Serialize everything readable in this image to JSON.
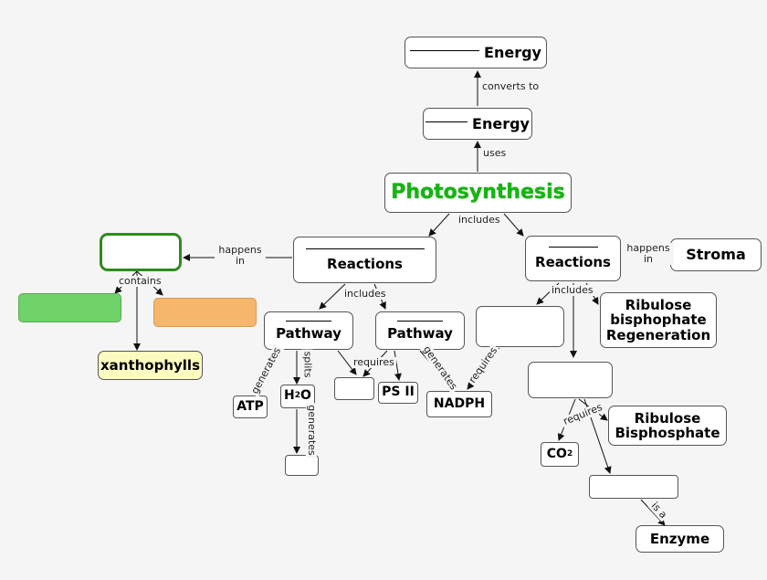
{
  "nodes": {
    "photosynthesis": "Photosynthesis",
    "energy_top": "Energy",
    "energy_mid": "Energy",
    "reactions_left": "Reactions",
    "reactions_right": "Reactions",
    "stroma": "Stroma",
    "pathway_left": "Pathway",
    "pathway_right": "Pathway",
    "ribulose_regen": "Ribulose bisphophate Regeneration",
    "ribulose_bis": "Ribulose Bisphosphate",
    "xanthophylls": "xanthophylls",
    "atp": "ATP",
    "h2o": "H",
    "h2o_sub": "2",
    "h2o_tail": "O",
    "ps2": "PS II",
    "nadph": "NADPH",
    "co2": "CO",
    "co2_sub": "2",
    "enzyme": "Enzyme"
  },
  "links": {
    "converts_to": "converts to",
    "uses": "uses",
    "includes_top": "includes",
    "happens_in_left": "happens in",
    "happens_in_right": "happens in",
    "contains": "contains",
    "includes_left": "includes",
    "includes_right": "includes",
    "generates_atp": "generates",
    "splits": "splits",
    "generates_h2o": "generates",
    "requires_mid": "requires",
    "generates_nadph": "generates",
    "requires_nadph": "requires",
    "requires_co2": "requires",
    "is_a": "is a"
  },
  "colors": {
    "title_green": "#13b70f",
    "green_box": "#6fd36a",
    "orange_box": "#f6b66b",
    "yellow_box": "#fcfbc0",
    "circle_border": "#2e8b1f"
  }
}
